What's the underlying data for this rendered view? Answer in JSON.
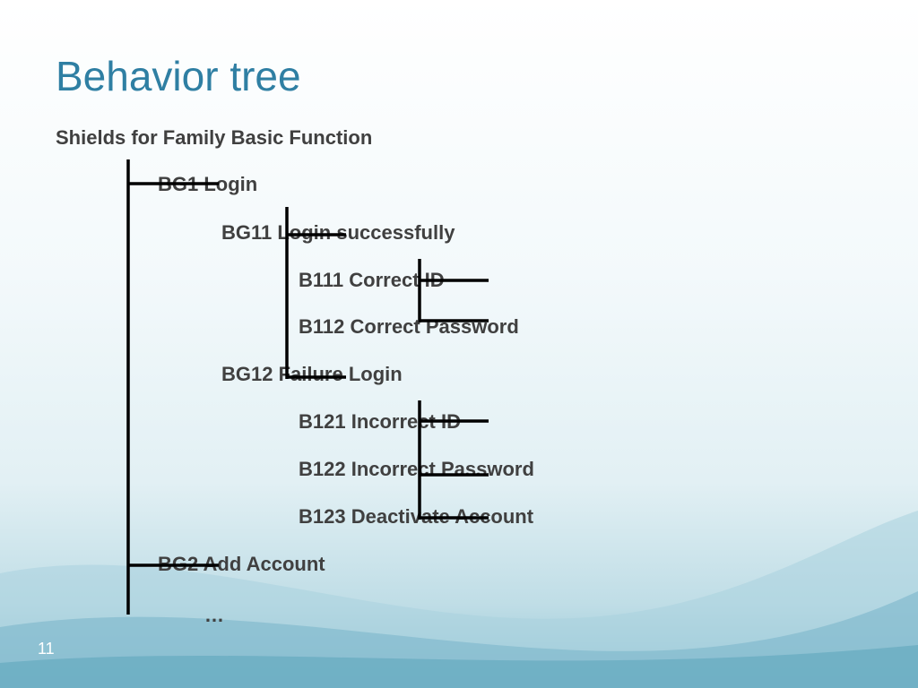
{
  "slide": {
    "title": "Behavior tree",
    "subtitle": "Shields for Family Basic Function",
    "page_number": "11"
  },
  "tree": {
    "bg1": "BG1 Login",
    "bg11": "BG11 Login successfully",
    "b111": "B111 Correct ID",
    "b112": "B112 Correct Password",
    "bg12": "BG12 Failure Login",
    "b121": "B121 Incorrect ID",
    "b122": "B122 Incorrect Password",
    "b123": "B123 Deactivate Account",
    "bg2": "BG2 Add Account",
    "ellipsis": "…"
  },
  "colors": {
    "title": "#2f7fa3",
    "text": "#404040",
    "lines": "#000000",
    "wave": "#7fb9cc"
  }
}
